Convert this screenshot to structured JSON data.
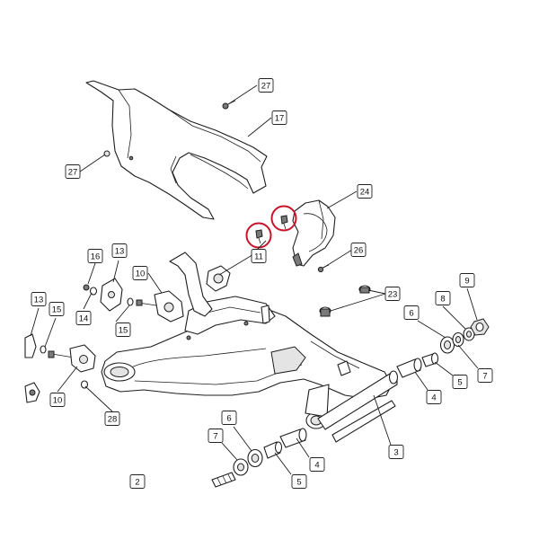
{
  "diagram": {
    "callouts": [
      {
        "label": "27"
      },
      {
        "label": "17"
      },
      {
        "label": "27"
      },
      {
        "label": "24"
      },
      {
        "label": "11"
      },
      {
        "label": "26"
      },
      {
        "label": "16"
      },
      {
        "label": "13"
      },
      {
        "label": "10"
      },
      {
        "label": "14"
      },
      {
        "label": "15"
      },
      {
        "label": "13"
      },
      {
        "label": "15"
      },
      {
        "label": "10"
      },
      {
        "label": "28"
      },
      {
        "label": "23"
      },
      {
        "label": "9"
      },
      {
        "label": "8"
      },
      {
        "label": "6"
      },
      {
        "label": "7"
      },
      {
        "label": "5"
      },
      {
        "label": "4"
      },
      {
        "label": "3"
      },
      {
        "label": "6"
      },
      {
        "label": "7"
      },
      {
        "label": "4"
      },
      {
        "label": "5"
      },
      {
        "label": "2"
      }
    ],
    "highlight_color": "#c8142b"
  }
}
